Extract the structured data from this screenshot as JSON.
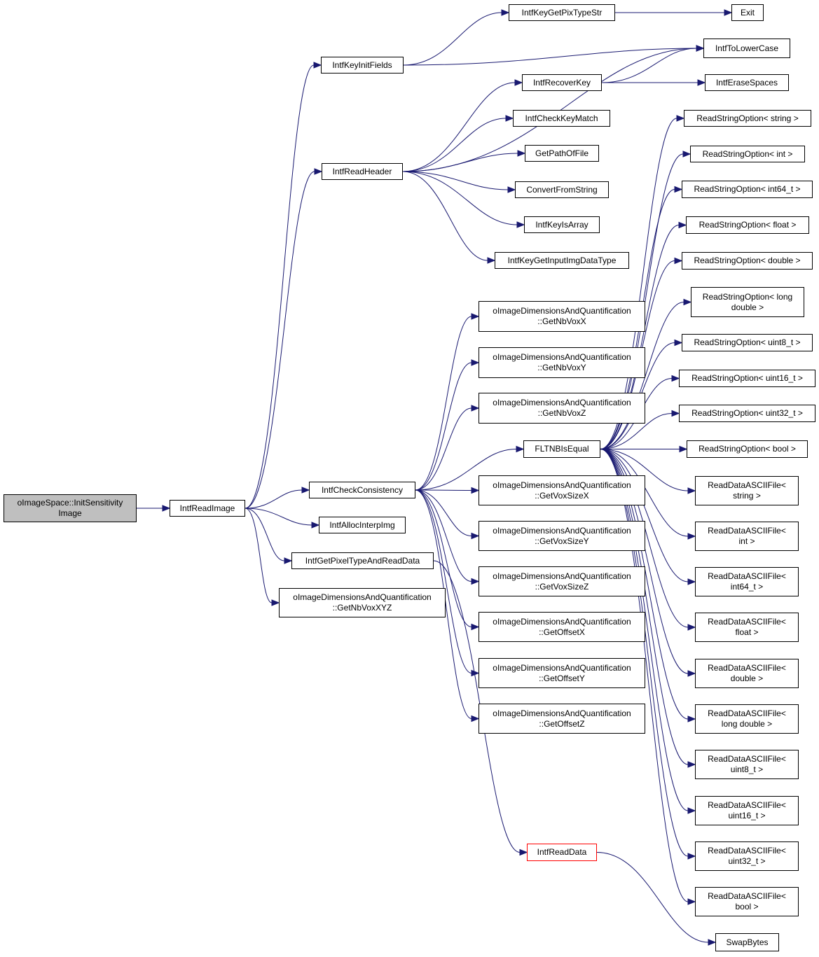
{
  "graph": {
    "root": "oImageSpace::InitSensitivity\nImage",
    "colors": {
      "edge": "#191970",
      "node_border": "#000000",
      "root_fill": "#bfbfbf",
      "truncated_border": "#ff0000"
    },
    "nodes": [
      {
        "id": "root",
        "label": "oImageSpace::InitSensitivity\nImage",
        "root": true
      },
      {
        "id": "readimage",
        "label": "IntfReadImage"
      },
      {
        "id": "keyinit",
        "label": "IntfKeyInitFields"
      },
      {
        "id": "readheader",
        "label": "IntfReadHeader"
      },
      {
        "id": "checkconsistency",
        "label": "IntfCheckConsistency"
      },
      {
        "id": "allocinterp",
        "label": "IntfAllocInterpImg"
      },
      {
        "id": "getpixeltype",
        "label": "IntfGetPixelTypeAndReadData"
      },
      {
        "id": "nbvoxxyz",
        "label": "oImageDimensionsAndQuantification\n::GetNbVoxXYZ"
      },
      {
        "id": "pixtypestr",
        "label": "IntfKeyGetPixTypeStr"
      },
      {
        "id": "exit",
        "label": "Exit"
      },
      {
        "id": "tolower",
        "label": "IntfToLowerCase"
      },
      {
        "id": "recoverkey",
        "label": "IntfRecoverKey"
      },
      {
        "id": "erasespaces",
        "label": "IntfEraseSpaces"
      },
      {
        "id": "checkkeymatch",
        "label": "IntfCheckKeyMatch"
      },
      {
        "id": "getpath",
        "label": "GetPathOfFile"
      },
      {
        "id": "convertfrom",
        "label": "ConvertFromString"
      },
      {
        "id": "keyisarray",
        "label": "IntfKeyIsArray"
      },
      {
        "id": "inputimgtype",
        "label": "IntfKeyGetInputImgDataType"
      },
      {
        "id": "nbvoxx",
        "label": "oImageDimensionsAndQuantification\n::GetNbVoxX"
      },
      {
        "id": "nbvoxy",
        "label": "oImageDimensionsAndQuantification\n::GetNbVoxY"
      },
      {
        "id": "nbvoxz",
        "label": "oImageDimensionsAndQuantification\n::GetNbVoxZ"
      },
      {
        "id": "fltnb",
        "label": "FLTNBIsEqual"
      },
      {
        "id": "voxsizex",
        "label": "oImageDimensionsAndQuantification\n::GetVoxSizeX"
      },
      {
        "id": "voxsizey",
        "label": "oImageDimensionsAndQuantification\n::GetVoxSizeY"
      },
      {
        "id": "voxsizez",
        "label": "oImageDimensionsAndQuantification\n::GetVoxSizeZ"
      },
      {
        "id": "offsetx",
        "label": "oImageDimensionsAndQuantification\n::GetOffsetX"
      },
      {
        "id": "offsety",
        "label": "oImageDimensionsAndQuantification\n::GetOffsetY"
      },
      {
        "id": "offsetz",
        "label": "oImageDimensionsAndQuantification\n::GetOffsetZ"
      },
      {
        "id": "readdata",
        "label": "IntfReadData",
        "truncated": true
      },
      {
        "id": "swapbytes",
        "label": "SwapBytes"
      },
      {
        "id": "rso_string",
        "label": "ReadStringOption< string >"
      },
      {
        "id": "rso_int",
        "label": "ReadStringOption< int >"
      },
      {
        "id": "rso_int64",
        "label": "ReadStringOption< int64_t >"
      },
      {
        "id": "rso_float",
        "label": "ReadStringOption< float >"
      },
      {
        "id": "rso_double",
        "label": "ReadStringOption< double >"
      },
      {
        "id": "rso_longdouble",
        "label": "ReadStringOption< long\ndouble >"
      },
      {
        "id": "rso_uint8",
        "label": "ReadStringOption< uint8_t >"
      },
      {
        "id": "rso_uint16",
        "label": "ReadStringOption< uint16_t >"
      },
      {
        "id": "rso_uint32",
        "label": "ReadStringOption< uint32_t >"
      },
      {
        "id": "rso_bool",
        "label": "ReadStringOption< bool >"
      },
      {
        "id": "rda_string",
        "label": "ReadDataASCIIFile<\nstring >"
      },
      {
        "id": "rda_int",
        "label": "ReadDataASCIIFile<\nint >"
      },
      {
        "id": "rda_int64",
        "label": "ReadDataASCIIFile<\nint64_t >"
      },
      {
        "id": "rda_float",
        "label": "ReadDataASCIIFile<\nfloat >"
      },
      {
        "id": "rda_double",
        "label": "ReadDataASCIIFile<\ndouble >"
      },
      {
        "id": "rda_longdouble",
        "label": "ReadDataASCIIFile<\nlong double >"
      },
      {
        "id": "rda_uint8",
        "label": "ReadDataASCIIFile<\nuint8_t >"
      },
      {
        "id": "rda_uint16",
        "label": "ReadDataASCIIFile<\nuint16_t >"
      },
      {
        "id": "rda_uint32",
        "label": "ReadDataASCIIFile<\nuint32_t >"
      },
      {
        "id": "rda_bool",
        "label": "ReadDataASCIIFile<\nbool >"
      }
    ],
    "edges": [
      [
        "root",
        "readimage"
      ],
      [
        "readimage",
        "keyinit"
      ],
      [
        "readimage",
        "readheader"
      ],
      [
        "readimage",
        "checkconsistency"
      ],
      [
        "readimage",
        "allocinterp"
      ],
      [
        "readimage",
        "getpixeltype"
      ],
      [
        "readimage",
        "nbvoxxyz"
      ],
      [
        "keyinit",
        "pixtypestr"
      ],
      [
        "keyinit",
        "tolower"
      ],
      [
        "pixtypestr",
        "exit"
      ],
      [
        "readheader",
        "recoverkey"
      ],
      [
        "readheader",
        "tolower"
      ],
      [
        "readheader",
        "checkkeymatch"
      ],
      [
        "readheader",
        "getpath"
      ],
      [
        "readheader",
        "convertfrom"
      ],
      [
        "readheader",
        "keyisarray"
      ],
      [
        "readheader",
        "inputimgtype"
      ],
      [
        "recoverkey",
        "tolower"
      ],
      [
        "recoverkey",
        "erasespaces"
      ],
      [
        "checkconsistency",
        "nbvoxx"
      ],
      [
        "checkconsistency",
        "nbvoxy"
      ],
      [
        "checkconsistency",
        "nbvoxz"
      ],
      [
        "checkconsistency",
        "fltnb"
      ],
      [
        "checkconsistency",
        "voxsizex"
      ],
      [
        "checkconsistency",
        "voxsizey"
      ],
      [
        "checkconsistency",
        "voxsizez"
      ],
      [
        "checkconsistency",
        "offsetx"
      ],
      [
        "checkconsistency",
        "offsety"
      ],
      [
        "checkconsistency",
        "offsetz"
      ],
      [
        "getpixeltype",
        "readdata"
      ],
      [
        "readdata",
        "swapbytes"
      ],
      [
        "fltnb",
        "rso_string"
      ],
      [
        "fltnb",
        "rso_int"
      ],
      [
        "fltnb",
        "rso_int64"
      ],
      [
        "fltnb",
        "rso_float"
      ],
      [
        "fltnb",
        "rso_double"
      ],
      [
        "fltnb",
        "rso_longdouble"
      ],
      [
        "fltnb",
        "rso_uint8"
      ],
      [
        "fltnb",
        "rso_uint16"
      ],
      [
        "fltnb",
        "rso_uint32"
      ],
      [
        "fltnb",
        "rso_bool"
      ],
      [
        "fltnb",
        "rda_string"
      ],
      [
        "fltnb",
        "rda_int"
      ],
      [
        "fltnb",
        "rda_int64"
      ],
      [
        "fltnb",
        "rda_float"
      ],
      [
        "fltnb",
        "rda_double"
      ],
      [
        "fltnb",
        "rda_longdouble"
      ],
      [
        "fltnb",
        "rda_uint8"
      ],
      [
        "fltnb",
        "rda_uint16"
      ],
      [
        "fltnb",
        "rda_uint32"
      ],
      [
        "fltnb",
        "rda_bool"
      ]
    ]
  }
}
